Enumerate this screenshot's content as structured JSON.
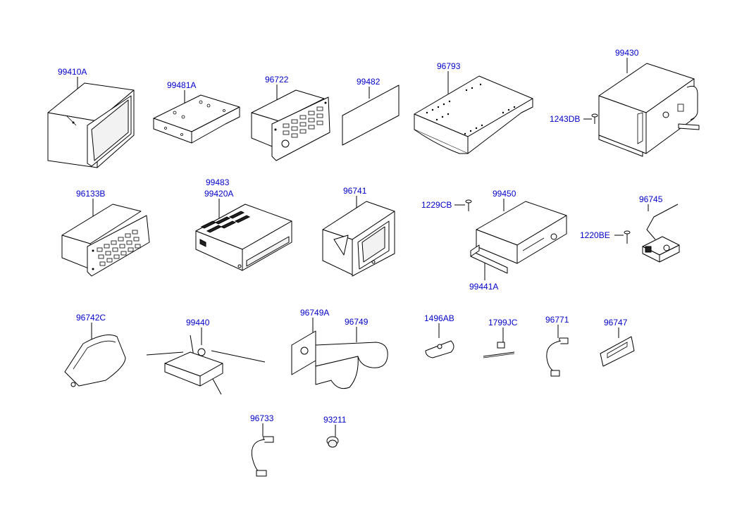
{
  "parts": [
    {
      "id": "p01",
      "label": "99410A"
    },
    {
      "id": "p02",
      "label": "99481A"
    },
    {
      "id": "p03",
      "label": "96722"
    },
    {
      "id": "p04",
      "label": "99482"
    },
    {
      "id": "p05",
      "label": "96793"
    },
    {
      "id": "p06",
      "label": "99430"
    },
    {
      "id": "p07",
      "label": "1243DB"
    },
    {
      "id": "p08",
      "label": "96133B"
    },
    {
      "id": "p09",
      "label": "99483"
    },
    {
      "id": "p10",
      "label": "99420A"
    },
    {
      "id": "p11",
      "label": "96741"
    },
    {
      "id": "p12",
      "label": "1229CB"
    },
    {
      "id": "p13",
      "label": "99450"
    },
    {
      "id": "p14",
      "label": "99441A"
    },
    {
      "id": "p15",
      "label": "96745"
    },
    {
      "id": "p16",
      "label": "1220BE"
    },
    {
      "id": "p17",
      "label": "96742C"
    },
    {
      "id": "p18",
      "label": "99440"
    },
    {
      "id": "p19",
      "label": "96749A"
    },
    {
      "id": "p20",
      "label": "96749"
    },
    {
      "id": "p21",
      "label": "1496AB"
    },
    {
      "id": "p22",
      "label": "1799JC"
    },
    {
      "id": "p23",
      "label": "96771"
    },
    {
      "id": "p24",
      "label": "96747"
    },
    {
      "id": "p25",
      "label": "96733"
    },
    {
      "id": "p26",
      "label": "93211"
    }
  ]
}
